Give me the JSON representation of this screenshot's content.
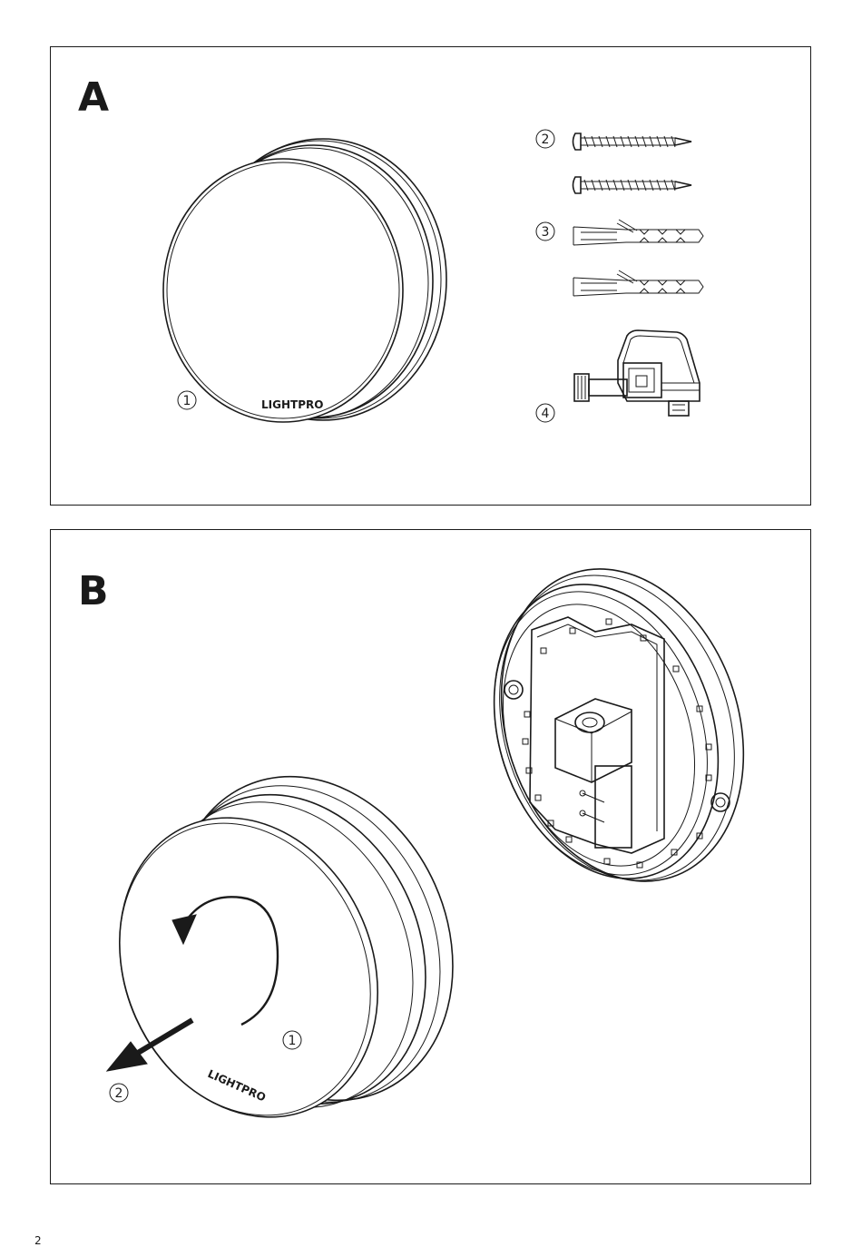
{
  "panels": {
    "a": {
      "letter": "A",
      "lamp": {
        "callout": "1",
        "brand": "LIGHTPRO"
      },
      "screws": {
        "callout": "2"
      },
      "plugs": {
        "callout": "3"
      },
      "connector": {
        "callout": "4"
      }
    },
    "b": {
      "letter": "B",
      "rotate_callout": "1",
      "pull_callout": "2",
      "brand": "LIGHTPRO"
    }
  },
  "page_number": "2"
}
